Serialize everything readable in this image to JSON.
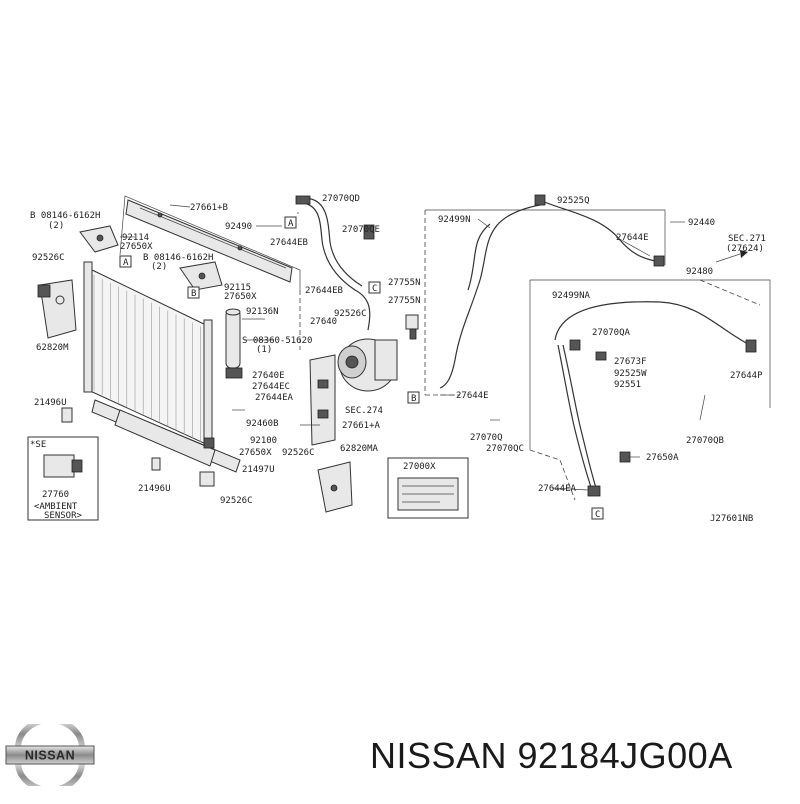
{
  "diagram": {
    "labels": {
      "l27661b": "27661+B",
      "l27070qd": "27070QD",
      "l92525q": "92525Q",
      "l08146a": "B 08146-6162H",
      "l2a": "(2)",
      "l92114": "92114",
      "l27650x_1": "27650X",
      "l92490": "92490",
      "l27644eb_1": "27644EB",
      "l27070qe": "27070QE",
      "l92499n": "92499N",
      "l92440": "92440",
      "l92526c_1": "92526C",
      "l08146b": "B 08146-6162H",
      "l2b": "(2)",
      "l27644e_1": "27644E",
      "lsec271": "SEC.271",
      "l27624": "(27624)",
      "l92480": "92480",
      "l92115": "92115",
      "l27650x_2": "27650X",
      "l27644eb_2": "27644EB",
      "l27755n_1": "27755N",
      "l27755n_2": "27755N",
      "l92499na": "92499NA",
      "l62820m": "62820M",
      "l92136n": "92136N",
      "l27640": "27640",
      "l92526c_2": "92526C",
      "l27070qa": "27070QA",
      "l08360": "S 08360-51620",
      "l1": "(1)",
      "l27673f": "27673F",
      "l92525w": "92525W",
      "l27644p": "27644P",
      "l27640e": "27640E",
      "l27644ec": "27644EC",
      "l92551": "92551",
      "l27644ea_1": "27644EA",
      "l27644e_2": "27644E",
      "l21496u_1": "21496U",
      "lsec274": "SEC.274",
      "l92460b": "92460B",
      "l27661a": "27661+A",
      "l27070q": "27070Q",
      "l27070qc": "27070QC",
      "l27070qb": "27070QB",
      "lse": "*SE",
      "l92100": "92100",
      "l27650x_3": "27650X",
      "l92526c_3": "92526C",
      "l62820ma": "62820MA",
      "l27650a": "27650A",
      "l27000x": "27000X",
      "l21497u": "21497U",
      "l27760": "27760",
      "l27644ea_2": "27644EA",
      "l21496u_2": "21496U",
      "lambient": "<AMBIENT",
      "lsensor": "SENSOR>",
      "l92526c_4": "92526C",
      "ldiagcode": "J27601NB",
      "calloutA1": "A",
      "calloutA2": "A",
      "calloutB1": "B",
      "calloutB2": "B",
      "calloutC1": "C",
      "calloutC2": "C"
    }
  },
  "brand": {
    "logo_text": "NISSAN",
    "title": "NISSAN 92184JG00A"
  }
}
